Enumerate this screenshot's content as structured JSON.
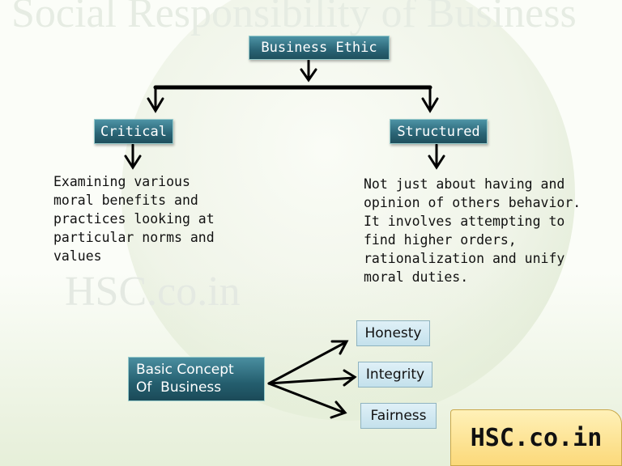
{
  "background_title": "Social Responsibility of Business",
  "watermark": "HSC.co.in",
  "top_node": "Business Ethic",
  "branches": [
    {
      "label": "Critical",
      "description": "Examining various\nmoral benefits and\npractices looking at\nparticular norms and\nvalues"
    },
    {
      "label": "Structured",
      "description": "Not just about having and\nopinion of others behavior.\nIt involves attempting to\nfind higher orders,\nrationalization and unify\nmoral duties."
    }
  ],
  "concept": {
    "label": "Basic Concept\nOf  Business",
    "items": [
      "Honesty",
      "Integrity",
      "Fairness"
    ]
  },
  "banner": "HSC.co.in"
}
